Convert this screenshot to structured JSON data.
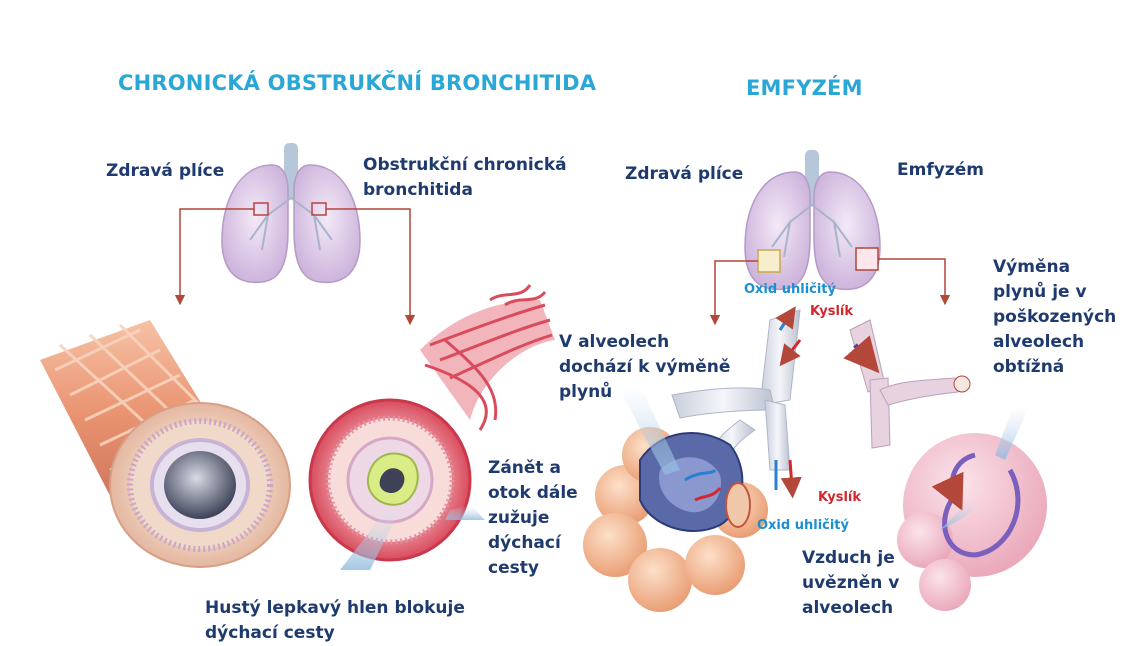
{
  "left": {
    "title": "CHRONICKÁ OBSTRUKČNÍ BRONCHITIDA",
    "healthy_lung_label": "Zdravá plíce",
    "disease_label_line1": "Obstrukční chronická",
    "disease_label_line2": "bronchitida",
    "mucus_line1": "Hustý lepkavý hlen blokuje",
    "mucus_line2": "dýchací cesty",
    "inflam_line1": "Zánět a",
    "inflam_line2": "otok dále",
    "inflam_line3": "zužuje",
    "inflam_line4": "dýchací",
    "inflam_line5": "cesty"
  },
  "right": {
    "title": "EMFYZÉM",
    "healthy_lung_label": "Zdravá plíce",
    "disease_label": "Emfyzém",
    "exchange_line1": "V alveolech",
    "exchange_line2": "dochází k výměně",
    "exchange_line3": "plynů",
    "damaged_line1": "Výměna",
    "damaged_line2": "plynů je v",
    "damaged_line3": "poškozených",
    "damaged_line4": "alveolech",
    "damaged_line5": "obtížná",
    "trapped_line1": "Vzduch je",
    "trapped_line2": "uvězněn v",
    "trapped_line3": "alveolech",
    "co2_top": "Oxid uhličitý",
    "o2_top": "Kyslík",
    "o2_bottom": "Kyslík",
    "co2_bottom": "Oxid uhličitý"
  },
  "colors": {
    "title": "#2aa7d6",
    "label": "#1e3a6e",
    "co2": "#1b8fd0",
    "o2": "#d2272d",
    "arrow": "#b3473a",
    "lung": "#dcc6e6",
    "muscle": "#e8957a",
    "alveoli": "#f4b591"
  }
}
